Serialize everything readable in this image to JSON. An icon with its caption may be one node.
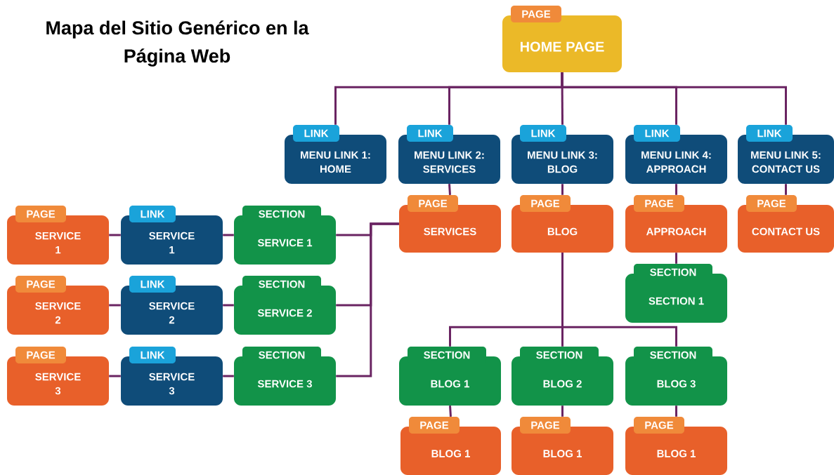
{
  "diagram": {
    "title": "Mapa del Sitio Genérico en la Página Web",
    "nodes": [
      {
        "text": [
          "PAGE",
          "HOME PAGE"
        ]
      },
      {
        "text": [
          "LINK",
          "MENU LINK 1: HOME"
        ]
      },
      {
        "text": [
          "LINK",
          "MENU LINK 2: SERVICES"
        ]
      },
      {
        "text": [
          "LINK",
          "MENU LINK 3: BLOG"
        ]
      },
      {
        "text": [
          "LINK",
          "MENU LINK 4: APPROACH"
        ]
      },
      {
        "text": [
          "LINK",
          "MENU LINK 5: CONTACT US"
        ]
      },
      {
        "text": [
          "PAGE",
          "SERVICES"
        ]
      },
      {
        "text": [
          "PAGE",
          "BLOG"
        ]
      },
      {
        "text": [
          "PAGE",
          "APPROACH"
        ]
      },
      {
        "text": [
          "PAGE",
          "CONTACT US"
        ]
      },
      {
        "text": [
          "SECTION",
          "SECTION 1"
        ]
      },
      {
        "text": [
          "PAGE",
          "SERVICE 1"
        ]
      },
      {
        "text": [
          "LINK",
          "SERVICE 1"
        ]
      },
      {
        "text": [
          "SECTION",
          "SERVICE 1"
        ]
      },
      {
        "text": [
          "PAGE",
          "SERVICE 2"
        ]
      },
      {
        "text": [
          "LINK",
          "SERVICE 2"
        ]
      },
      {
        "text": [
          "SECTION",
          "SERVICE 2"
        ]
      },
      {
        "text": [
          "PAGE",
          "SERVICE 3"
        ]
      },
      {
        "text": [
          "LINK",
          "SERVICE 3"
        ]
      },
      {
        "text": [
          "SECTION",
          "SERVICE 3"
        ]
      },
      {
        "text": [
          "SECTION",
          "BLOG 1"
        ]
      },
      {
        "text": [
          "SECTION",
          "BLOG 2"
        ]
      },
      {
        "text": [
          "SECTION",
          "BLOG 3"
        ]
      },
      {
        "text": [
          "PAGE",
          "BLOG 1"
        ]
      },
      {
        "text": [
          "PAGE",
          "BLOG 1"
        ]
      },
      {
        "text": [
          "PAGE",
          "BLOG 1"
        ]
      }
    ],
    "edges": [
      {
        "from": 0,
        "to": 1,
        "arrow": "none"
      },
      {
        "from": 0,
        "to": 2,
        "arrow": "none"
      },
      {
        "from": 0,
        "to": 3,
        "arrow": "none"
      },
      {
        "from": 0,
        "to": 4,
        "arrow": "none"
      },
      {
        "from": 0,
        "to": 5,
        "arrow": "none"
      },
      {
        "from": 2,
        "to": 6,
        "arrow": "none"
      },
      {
        "from": 3,
        "to": 7,
        "arrow": "none"
      },
      {
        "from": 4,
        "to": 8,
        "arrow": "none"
      },
      {
        "from": 5,
        "to": 9,
        "arrow": "none"
      },
      {
        "from": 8,
        "to": 10,
        "arrow": "none"
      },
      {
        "from": 6,
        "to": 13,
        "arrow": "none"
      },
      {
        "from": 6,
        "to": 16,
        "arrow": "none"
      },
      {
        "from": 6,
        "to": 19,
        "arrow": "none"
      },
      {
        "from": 11,
        "to": 12,
        "arrow": "none"
      },
      {
        "from": 12,
        "to": 13,
        "arrow": "none"
      },
      {
        "from": 14,
        "to": 15,
        "arrow": "none"
      },
      {
        "from": 15,
        "to": 16,
        "arrow": "none"
      },
      {
        "from": 17,
        "to": 18,
        "arrow": "none"
      },
      {
        "from": 18,
        "to": 19,
        "arrow": "none"
      },
      {
        "from": 7,
        "to": 20,
        "arrow": "none"
      },
      {
        "from": 7,
        "to": 21,
        "arrow": "none"
      },
      {
        "from": 7,
        "to": 22,
        "arrow": "none"
      },
      {
        "from": 20,
        "to": 23,
        "arrow": "none"
      },
      {
        "from": 21,
        "to": 24,
        "arrow": "none"
      },
      {
        "from": 22,
        "to": 25,
        "arrow": "none"
      }
    ]
  }
}
